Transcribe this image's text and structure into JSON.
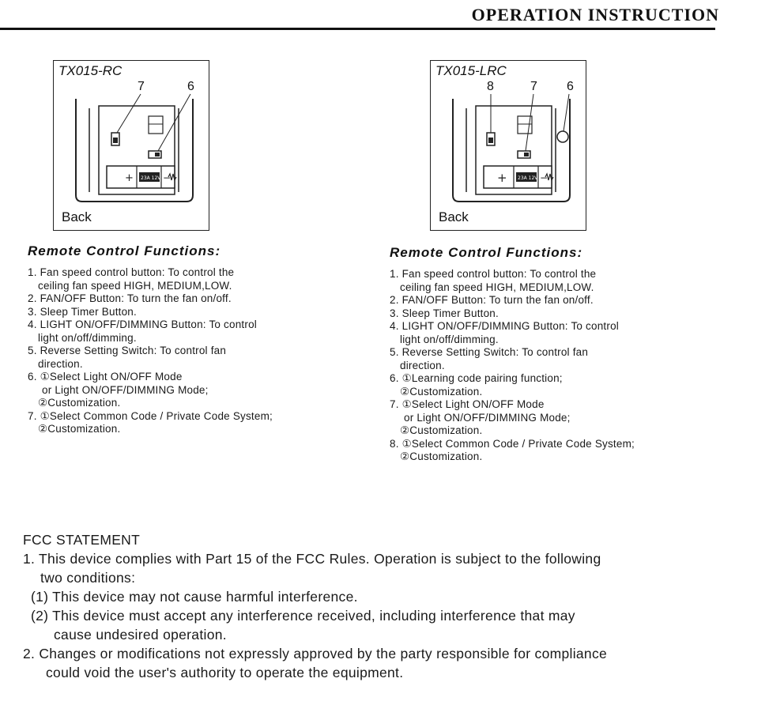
{
  "header": {
    "title": "OPERATION INSTRUCTION"
  },
  "left_panel": {
    "model": "TX015-RC",
    "back_label": "Back",
    "callouts": [
      "7",
      "6"
    ],
    "section_title": "Remote Control Functions:",
    "items": [
      "1. Fan speed control button: To control the",
      "ceiling fan speed HIGH, MEDIUM,LOW.",
      "2. FAN/OFF Button: To turn the fan on/off.",
      "3. Sleep Timer Button.",
      "4. LIGHT ON/OFF/DIMMING Button: To control",
      "light on/off/dimming.",
      "5. Reverse Setting Switch: To control fan",
      "direction.",
      "6. ①Select Light ON/OFF Mode",
      "or Light ON/OFF/DIMMING Mode;",
      "②Customization.",
      "7. ①Select Common Code / Private Code System;",
      "②Customization."
    ]
  },
  "right_panel": {
    "model": "TX015-LRC",
    "back_label": "Back",
    "callouts": [
      "8",
      "7",
      "6"
    ],
    "section_title": "Remote Control Functions:",
    "items": [
      "1. Fan speed control button: To control the",
      "ceiling fan speed HIGH, MEDIUM,LOW.",
      "2. FAN/OFF Button: To turn the fan on/off.",
      "3. Sleep Timer Button.",
      "4. LIGHT ON/OFF/DIMMING Button: To control",
      "light on/off/dimming.",
      "5. Reverse Setting Switch: To control fan",
      "direction.",
      "6. ①Learning code pairing function;",
      "②Customization.",
      "7. ①Select Light ON/OFF Mode",
      "or Light ON/OFF/DIMMING Mode;",
      "②Customization.",
      "8. ①Select Common Code / Private Code System;",
      "②Customization."
    ]
  },
  "battery_label": "23A 12V",
  "fcc": {
    "title": "FCC STATEMENT",
    "lines": [
      "1. This device complies with Part 15 of the FCC Rules. Operation is subject to the following",
      "two conditions:",
      "(1) This device may not cause harmful interference.",
      "(2) This device must accept any interference received, including interference that may",
      "cause undesired operation.",
      "2. Changes or modifications not expressly approved by the party responsible for compliance",
      "could void the user's authority to operate the equipment."
    ]
  }
}
